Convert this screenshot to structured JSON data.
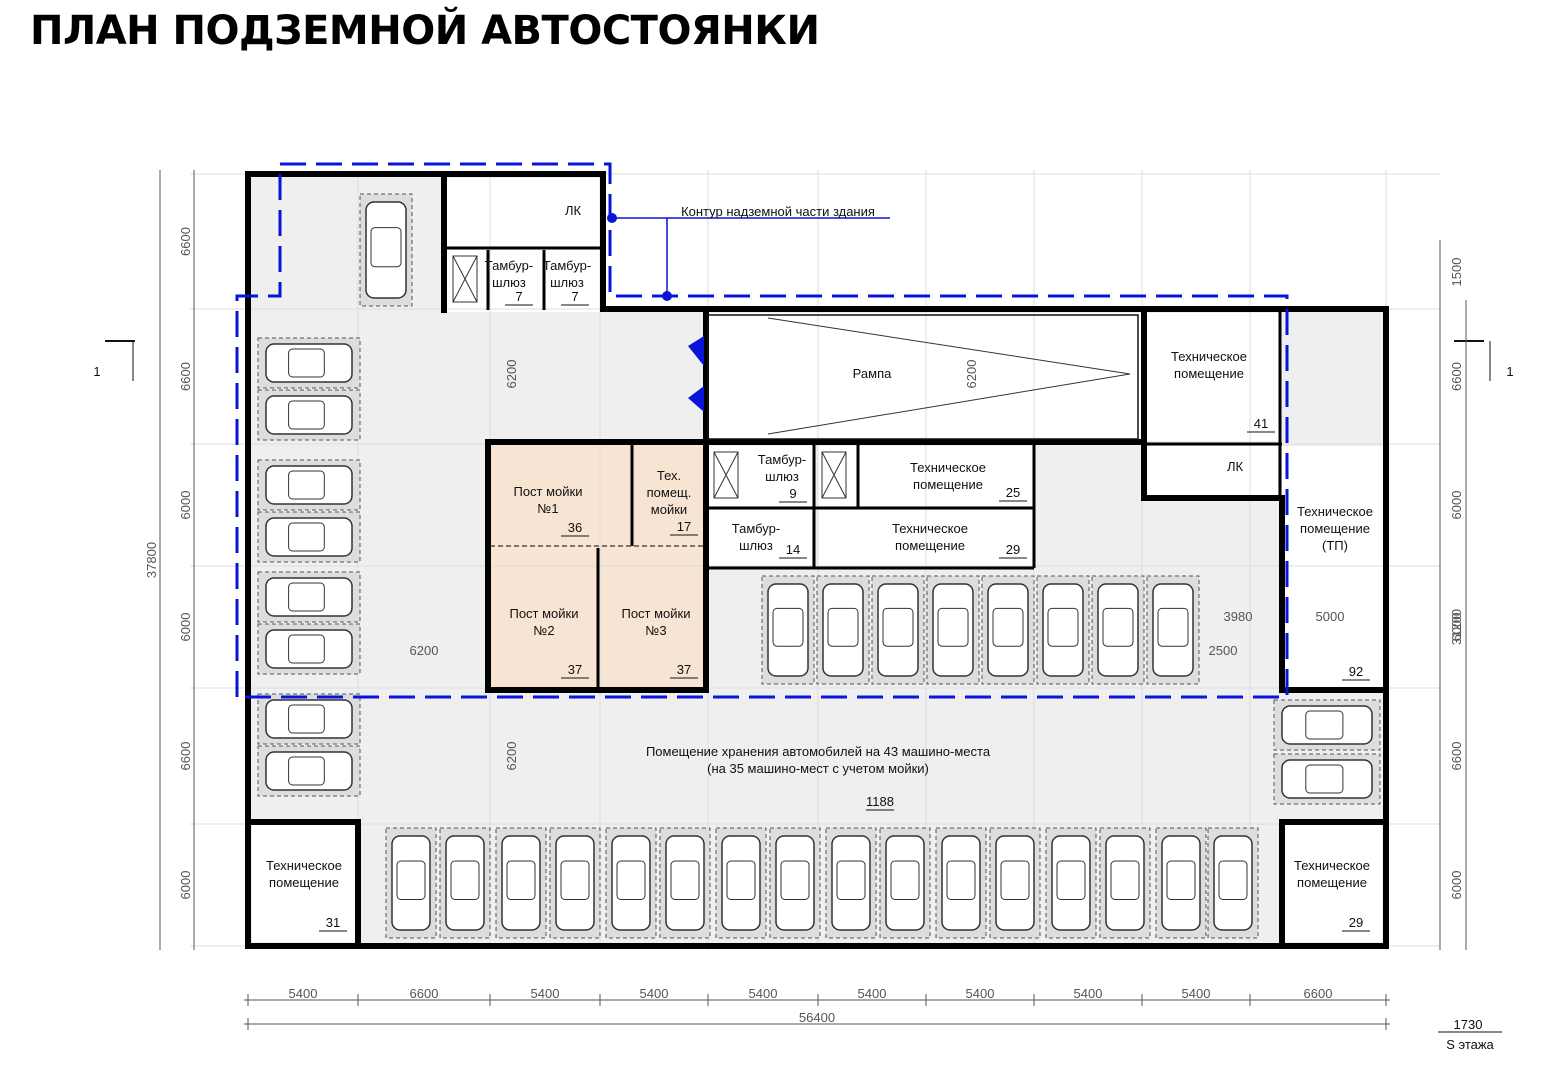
{
  "title": "ПЛАН ПОДЗЕМНОЙ АВТОСТОЯНКИ",
  "colors": {
    "wall": "#000000",
    "floor": "#efefef",
    "wash": "#f7e4d3",
    "contour": "#0a14d8",
    "dim": "#555555"
  },
  "section_mark": "1",
  "contour_label": "Контур надземной части здания",
  "rooms": {
    "lk1": {
      "name": "ЛК"
    },
    "vest1": {
      "name": "Тамбур-\nшлюз",
      "num": "7"
    },
    "vest2": {
      "name": "Тамбур-\nшлюз",
      "num": "7"
    },
    "ramp": {
      "name": "Рампа"
    },
    "tech_tr": {
      "name": "Техническое\nпомещение",
      "num": "41"
    },
    "lk2": {
      "name": "ЛК"
    },
    "tp": {
      "name": "Техническое\nпомещение\n(ТП)",
      "num": "92"
    },
    "wash1": {
      "name": "Пост мойки\n№1",
      "num": "36"
    },
    "wash2": {
      "name": "Пост мойки\n№2",
      "num": "37"
    },
    "wash3": {
      "name": "Пост мойки\n№3",
      "num": "37"
    },
    "techwash": {
      "name": "Тех.\nпомещ.\nмойки",
      "num": "17"
    },
    "vest3": {
      "name": "Тамбур-\nшлюз",
      "num": "9"
    },
    "vest4": {
      "name": "Тамбур-\nшлюз",
      "num": "14"
    },
    "tech25": {
      "name": "Техническое\nпомещение",
      "num": "25"
    },
    "tech29a": {
      "name": "Техническое\nпомещение",
      "num": "29"
    },
    "storage": {
      "name": "Помещение хранения автомобилей на 43 машино-места\n(на 35 машино-мест с учетом мойки)",
      "num": "1188"
    },
    "tech31": {
      "name": "Техническое\nпомещение",
      "num": "31"
    },
    "tech29b": {
      "name": "Техническое\nпомещение",
      "num": "29"
    }
  },
  "dims": {
    "bottom": [
      "5400",
      "6600",
      "5400",
      "5400",
      "5400",
      "5400",
      "5400",
      "5400",
      "5400",
      "6600"
    ],
    "total_bottom": "56400",
    "left": [
      "6600",
      "6600",
      "6000",
      "6000",
      "6600",
      "6000"
    ],
    "total_left": "37800",
    "right": [
      "1500",
      "6600",
      "6000",
      "6000",
      "6600",
      "6000"
    ],
    "total_right": "31200",
    "inner": [
      "6200",
      "6200",
      "6200",
      "6200",
      "3980",
      "2500",
      "5000"
    ]
  },
  "legend": {
    "value": "1730",
    "label": "S этажа"
  }
}
